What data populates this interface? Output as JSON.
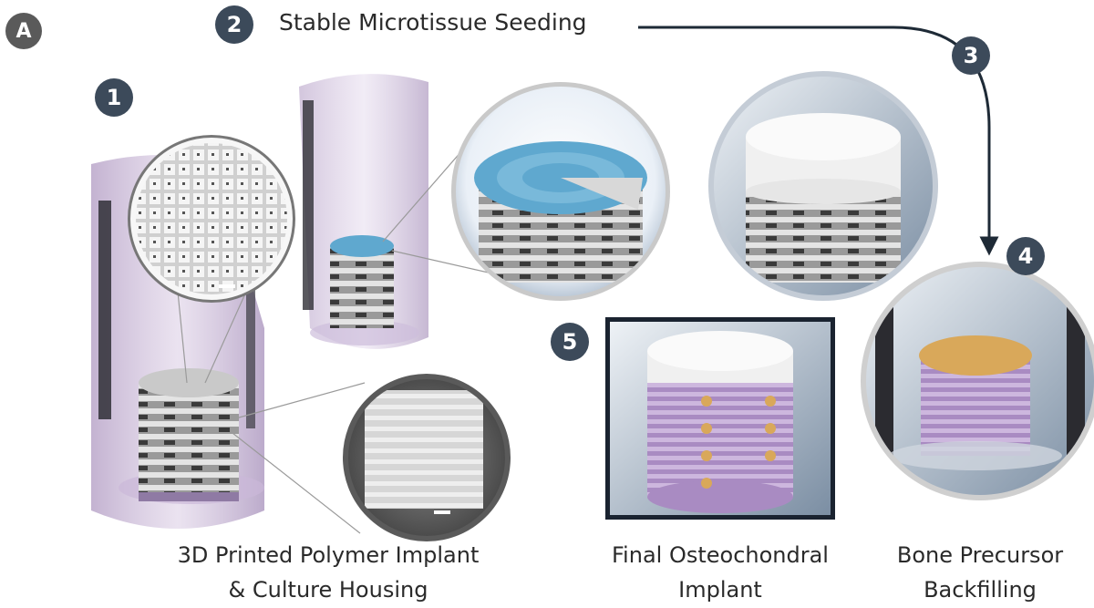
{
  "panel_label": "A",
  "steps": [
    {
      "number": "1"
    },
    {
      "number": "2",
      "title": "Stable Microtissue Seeding"
    },
    {
      "number": "3"
    },
    {
      "number": "4"
    },
    {
      "number": "5"
    }
  ],
  "captions": {
    "implant_housing": [
      "3D Printed Polymer Implant",
      "& Culture Housing"
    ],
    "final_implant": [
      "Final Osteochondral",
      "Implant"
    ],
    "backfilling": [
      "Bone Precursor",
      "Backfilling"
    ]
  },
  "colors": {
    "badge": "#3c4a5a",
    "housing_tube": "#c9b7d6",
    "microtissue": "#5fa8cf",
    "cartilage_cap": "#f0f0f0",
    "bone_precursor": "#d9a85a",
    "scaffold": "#c8c8c8"
  }
}
